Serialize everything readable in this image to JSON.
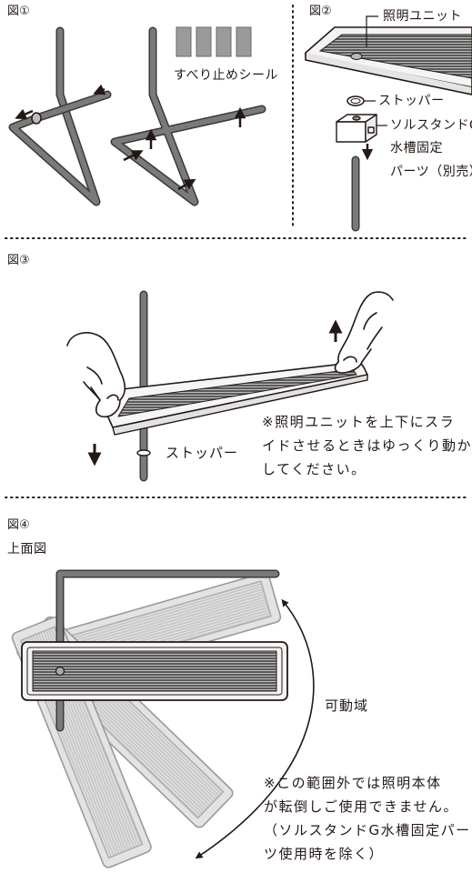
{
  "fig1": {
    "caption": "図①",
    "sticker_label": "すべり止めシール"
  },
  "fig2": {
    "caption": "図②",
    "light_unit": "照明ユニット",
    "stopper": "ストッパー",
    "parts_line1": "ソルスタンドG",
    "parts_line2": "水槽固定",
    "parts_line3": "パーツ（別売）"
  },
  "fig3": {
    "caption": "図③",
    "stopper": "ストッパー",
    "note": "※照明ユニットを上下にスラ\nイドさせるときはゆっくり動か\nしてください。"
  },
  "fig4": {
    "caption": "図④",
    "subtitle": "上面図",
    "range_label": "可動域",
    "note": "※この範囲外では照明本体\nが転倒しご使用できません。\n（ソルスタンドG水槽固定パー\nツ使用時を除く）"
  },
  "colors": {
    "stand": "#6e6e6e",
    "stand_outline": "#3a3a3a",
    "ink": "#231815",
    "sticker": "#9a9a9a",
    "panel_ghost": "#d9d9d9"
  }
}
